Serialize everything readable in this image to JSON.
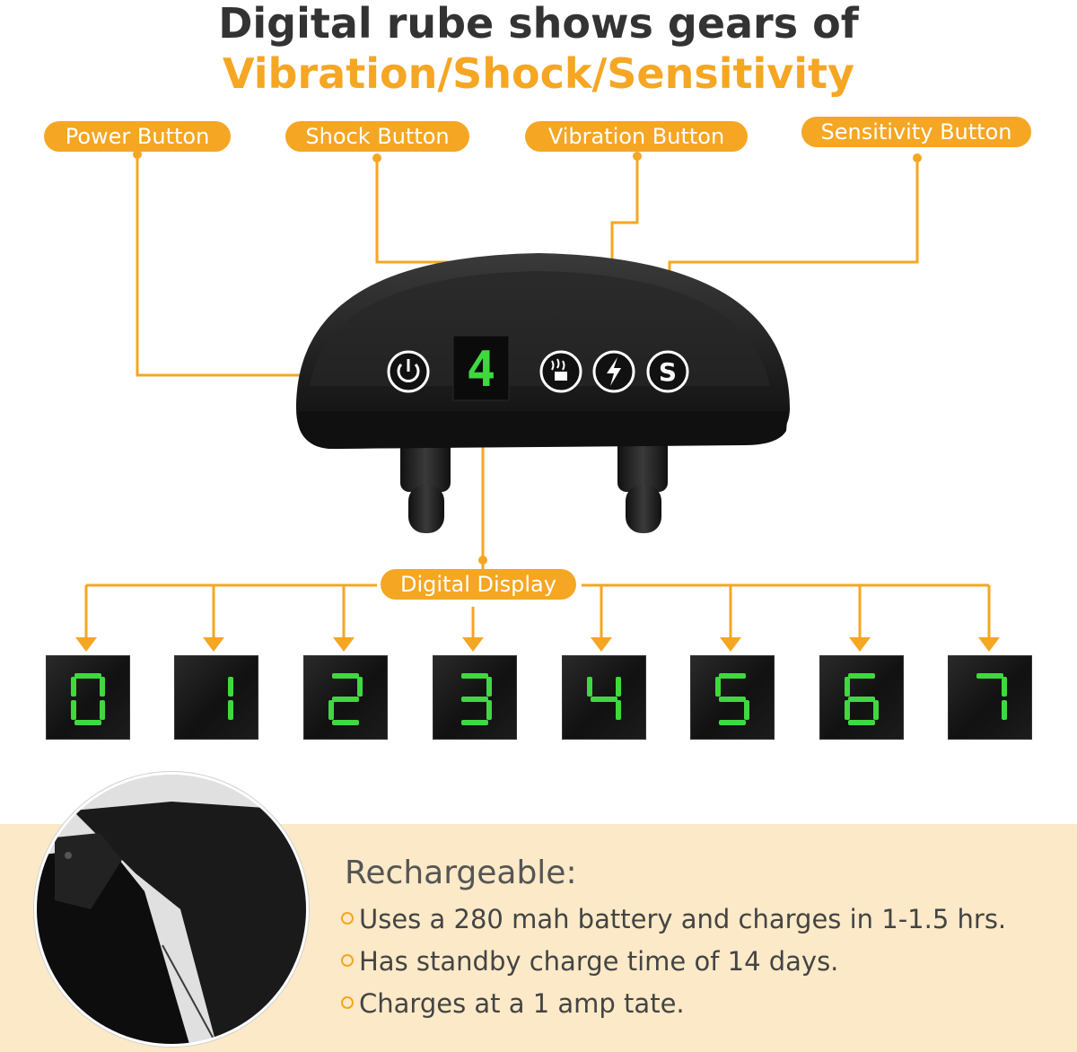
{
  "header": {
    "title_line1": "Digital rube shows gears of",
    "title_line2": "Vibration/Shock/Sensitivity"
  },
  "labels": {
    "power": "Power Button",
    "shock": "Shock Button",
    "vibration": "Vibration Button",
    "sensitivity": "Sensitivity Button",
    "display": "Digital Display"
  },
  "device": {
    "display_digit": "4",
    "icons": [
      "power-icon",
      "vibration-wave-icon",
      "lightning-bolt-icon",
      "sensitivity-s-icon"
    ]
  },
  "levels": [
    "0",
    "1",
    "2",
    "3",
    "4",
    "5",
    "6",
    "7"
  ],
  "rechargeable": {
    "title": "Rechargeable:",
    "bullets": [
      "Uses a 280 mah battery and charges in 1-1.5 hrs.",
      "Has standby charge time of 14 days.",
      "Charges at a 1 amp tate."
    ]
  },
  "colors": {
    "accent": "#f5a623",
    "digit_green": "#3fd93f",
    "title_dark": "#333333",
    "band": "#fce9c7"
  }
}
